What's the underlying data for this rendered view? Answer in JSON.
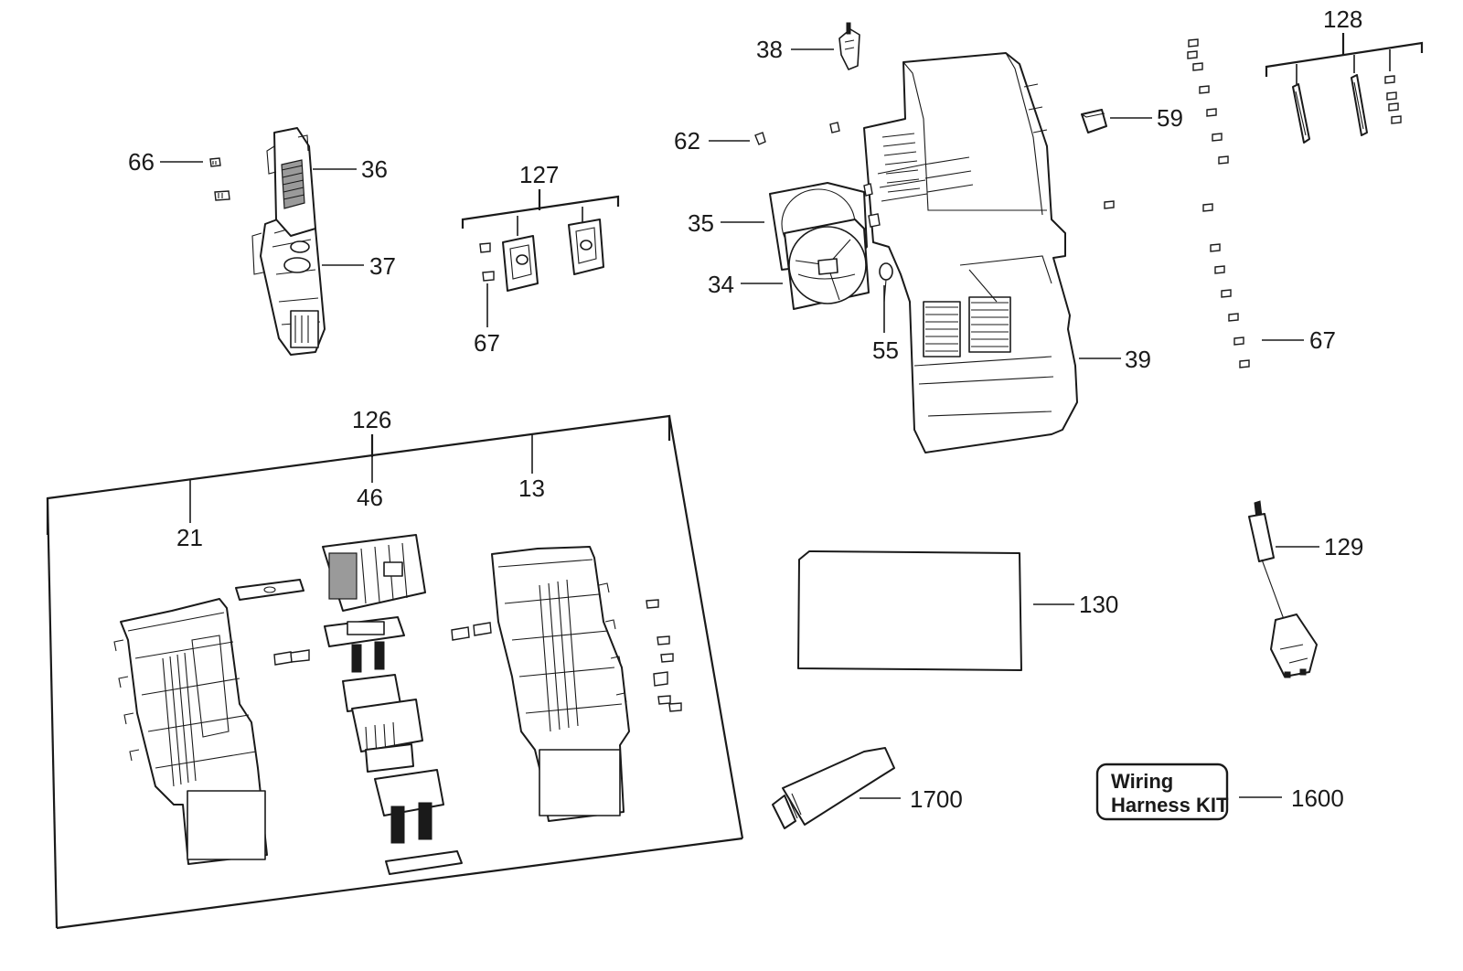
{
  "labels": {
    "p13": "13",
    "p21": "21",
    "p34": "34",
    "p35": "35",
    "p36": "36",
    "p37": "37",
    "p38": "38",
    "p39": "39",
    "p46": "46",
    "p55": "55",
    "p59": "59",
    "p62": "62",
    "p66": "66",
    "p67_left": "67",
    "p67_right": "67",
    "p126": "126",
    "p127": "127",
    "p128": "128",
    "p129": "129",
    "p130": "130",
    "p1600": "1600",
    "p1700": "1700"
  },
  "kit_box": {
    "line1": "Wiring",
    "line2": "Harness KIT"
  },
  "icons": [
    "screw-icon",
    "fan-icon",
    "plug-icon",
    "grease-tube-icon",
    "circuit-board-icon"
  ]
}
